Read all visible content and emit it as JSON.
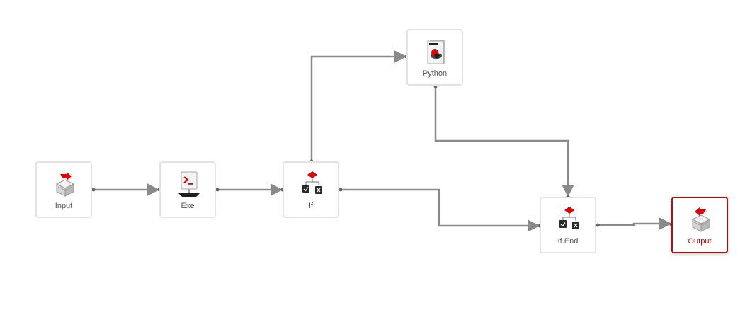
{
  "nodes": {
    "input": {
      "label": "Input",
      "icon": "input-box-icon"
    },
    "exe": {
      "label": "Exe",
      "icon": "terminal-icon"
    },
    "if": {
      "label": "If",
      "icon": "if-branch-icon"
    },
    "python": {
      "label": "Python",
      "icon": "python-script-icon"
    },
    "if_end": {
      "label": "If End",
      "icon": "if-end-icon"
    },
    "output": {
      "label": "Output",
      "icon": "output-box-icon",
      "selected": true
    }
  },
  "connections": [
    {
      "from": "input",
      "to": "exe"
    },
    {
      "from": "exe",
      "to": "if"
    },
    {
      "from": "if",
      "to": "python"
    },
    {
      "from": "if",
      "to": "if_end"
    },
    {
      "from": "python",
      "to": "if_end"
    },
    {
      "from": "if_end",
      "to": "output"
    }
  ],
  "colors": {
    "connector": "#8a8a8a",
    "node_border": "#e3e3e3",
    "selected_border": "#a31515",
    "accent_red": "#e00000"
  }
}
